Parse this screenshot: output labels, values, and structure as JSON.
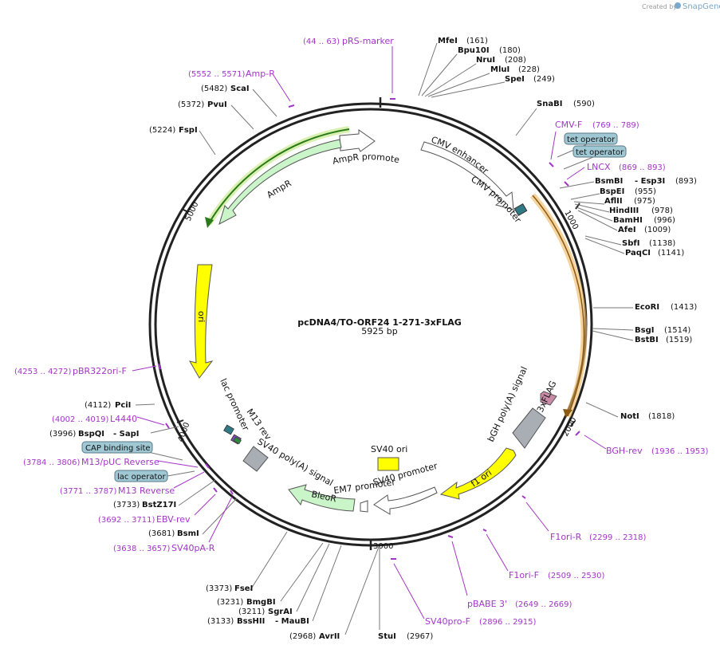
{
  "watermark": {
    "prefix": "Created by",
    "brand": "SnapGene"
  },
  "plasmid": {
    "name": "pcDNA4/TO-ORF24 1-271-3xFLAG",
    "size": "5925 bp"
  },
  "ticks": [
    "1000",
    "2000",
    "3000",
    "4000",
    "5000"
  ],
  "features": {
    "cmv_enhancer": "CMV enhancer",
    "cmv_promoter": "CMV promoter",
    "ampr_promoter": "AmpR promoter",
    "ampr": "AmpR",
    "ori": "ori",
    "lac_promoter": "lac promoter",
    "m13_rev": "M13 rev",
    "sv40_polya": "SV40 poly(A) signal",
    "bleor": "BleoR",
    "em7_promoter": "EM7 promoter",
    "sv40_promoter": "SV40 promoter",
    "sv40_ori": "SV40 ori",
    "f1_ori": "f1 ori",
    "bgh_polya": "bGH poly(A) signal",
    "flag": "3xFLAG"
  },
  "enzymes": [
    {
      "name": "MfeI",
      "pos": "(161)"
    },
    {
      "name": "Bpu10I",
      "pos": "(180)"
    },
    {
      "name": "NruI",
      "pos": "(208)"
    },
    {
      "name": "MluI",
      "pos": "(228)"
    },
    {
      "name": "SpeI",
      "pos": "(249)"
    },
    {
      "name": "SnaBI",
      "pos": "(590)"
    },
    {
      "name": "BsmBI",
      "extra": "- Esp3I",
      "pos": "(893)"
    },
    {
      "name": "BspEI",
      "pos": "(955)"
    },
    {
      "name": "AflII",
      "pos": "(975)"
    },
    {
      "name": "HindIII",
      "pos": "(978)"
    },
    {
      "name": "BamHI",
      "pos": "(996)"
    },
    {
      "name": "AfeI",
      "pos": "(1009)"
    },
    {
      "name": "SbfI",
      "pos": "(1138)"
    },
    {
      "name": "PaqCI",
      "pos": "(1141)"
    },
    {
      "name": "EcoRI",
      "pos": "(1413)"
    },
    {
      "name": "BsgI",
      "pos": "(1514)"
    },
    {
      "name": "BstBI",
      "pos": "(1519)"
    },
    {
      "name": "NotI",
      "pos": "(1818)"
    },
    {
      "name": "StuI",
      "pos": "(2967)"
    },
    {
      "name": "AvrII",
      "pos": "(2968)"
    },
    {
      "name": "BssHII",
      "extra": "- MauBI",
      "pos": "(3133)"
    },
    {
      "name": "SgrAI",
      "pos": "(3211)"
    },
    {
      "name": "BmgBI",
      "pos": "(3231)"
    },
    {
      "name": "FseI",
      "pos": "(3373)"
    },
    {
      "name": "BsmI",
      "pos": "(3681)"
    },
    {
      "name": "BstZ17I",
      "pos": "(3733)"
    },
    {
      "name": "BspQI",
      "extra": "- SapI",
      "pos": "(3996)"
    },
    {
      "name": "PciI",
      "pos": "(4112)"
    },
    {
      "name": "FspI",
      "pos": "(5224)"
    },
    {
      "name": "PvuI",
      "pos": "(5372)"
    },
    {
      "name": "ScaI",
      "pos": "(5482)"
    }
  ],
  "primers": [
    {
      "name": "pRS-marker",
      "range": "(44 .. 63)"
    },
    {
      "name": "CMV-F",
      "range": "(769 .. 789)"
    },
    {
      "name": "LNCX",
      "range": "(869 .. 893)"
    },
    {
      "name": "BGH-rev",
      "range": "(1936 .. 1953)"
    },
    {
      "name": "F1ori-R",
      "range": "(2299 .. 2318)"
    },
    {
      "name": "F1ori-F",
      "range": "(2509 .. 2530)"
    },
    {
      "name": "pBABE 3'",
      "range": "(2649 .. 2669)"
    },
    {
      "name": "SV40pro-F",
      "range": "(2896 .. 2915)"
    },
    {
      "name": "SV40pA-R",
      "range": "(3638 .. 3657)"
    },
    {
      "name": "EBV-rev",
      "range": "(3692 .. 3711)"
    },
    {
      "name": "M13 Reverse",
      "range": "(3771 .. 3787)"
    },
    {
      "name": "M13/pUC Reverse",
      "range": "(3784 .. 3806)"
    },
    {
      "name": "L4440",
      "range": "(4002 .. 4019)"
    },
    {
      "name": "pBR322ori-F",
      "range": "(4253 .. 4272)"
    },
    {
      "name": "Amp-R",
      "range": "(5552 .. 5571)"
    }
  ],
  "boxes": [
    "tet operator",
    "tet operator",
    "CAP binding site",
    "lac operator"
  ],
  "colors": {
    "backbone": "#222222",
    "primer": "#a335c8",
    "ampr_fill": "#c9f5c9",
    "ori_fill": "#ffff00",
    "promoter_fill": "#ffffff",
    "box_fill": "#9fc8d4",
    "flag_fill": "#c98aa6",
    "polya_fill": "#a8aeb4",
    "highlight_orange": "#f0b860",
    "highlight_green": "#2a7a1a"
  }
}
